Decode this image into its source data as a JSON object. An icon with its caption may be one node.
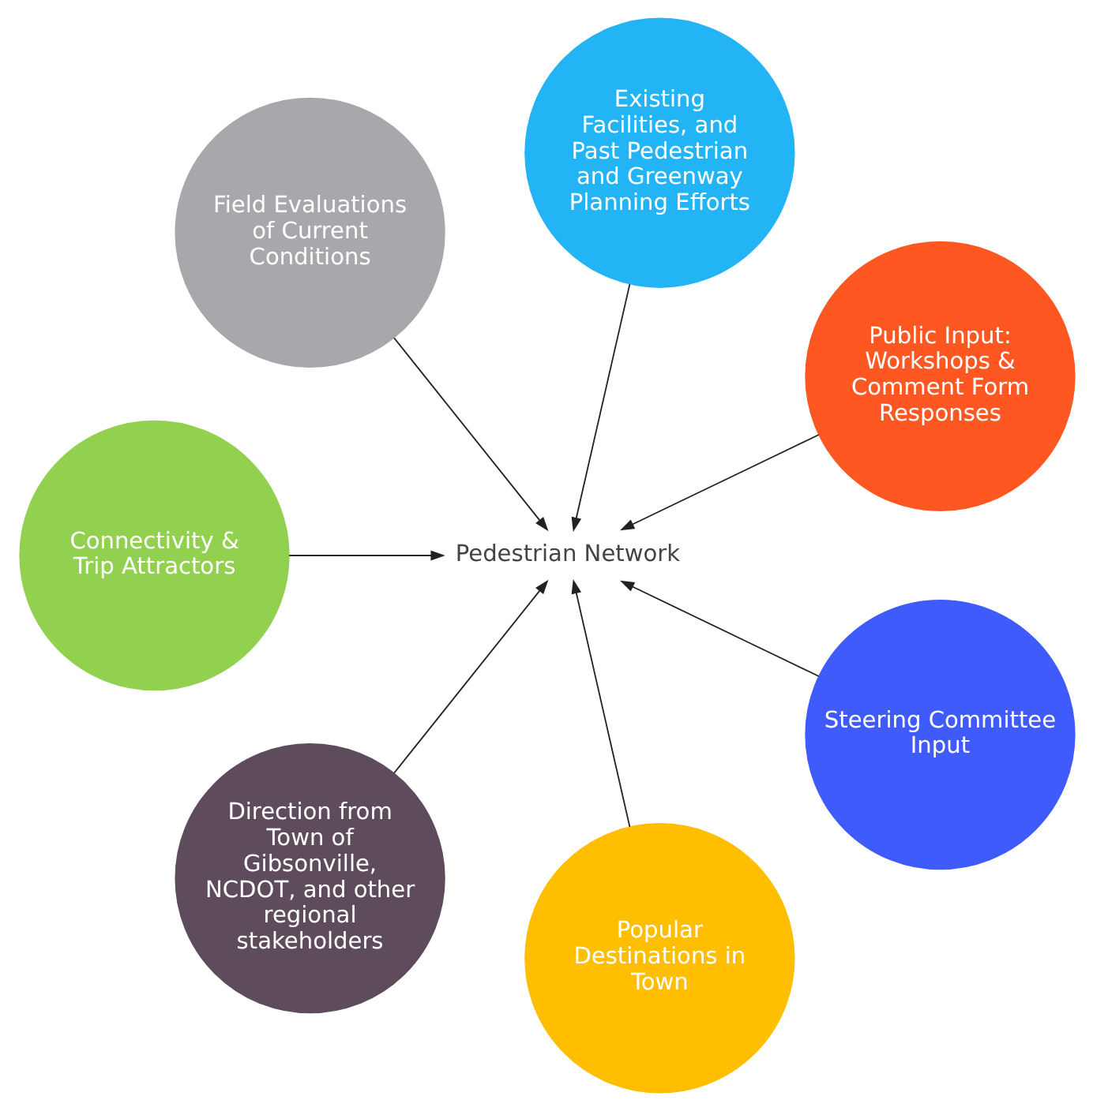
{
  "diagram": {
    "nodes": [
      {
        "text": [
          "Public Input: Workshops & Comment Form Responses"
        ]
      },
      {
        "text": [
          "Existing Facilities, and Past Pedestrian and Greenway Planning Efforts"
        ]
      },
      {
        "text": [
          "Field Evaluations of Current Conditions"
        ]
      },
      {
        "text": [
          "Pedestrian Network"
        ]
      },
      {
        "text": [
          "Connectivity & Trip Attractors"
        ]
      },
      {
        "text": [
          "Direction from Town of Gibsonville, NCDOT, and other regional stakeholders"
        ]
      },
      {
        "text": [
          "Popular Destinations in Town"
        ]
      },
      {
        "text": [
          "Steering Committee Input"
        ]
      }
    ],
    "edges": [
      {
        "from": 0,
        "to": 3,
        "arrow": "to"
      },
      {
        "from": 1,
        "to": 3,
        "arrow": "to"
      },
      {
        "from": 4,
        "to": 3,
        "arrow": "to"
      },
      {
        "from": 6,
        "to": 3,
        "arrow": "to"
      },
      {
        "from": 7,
        "to": 3,
        "arrow": "to"
      },
      {
        "from": 5,
        "to": 3,
        "arrow": "to"
      },
      {
        "from": 2,
        "to": 3,
        "arrow": "to"
      }
    ]
  }
}
